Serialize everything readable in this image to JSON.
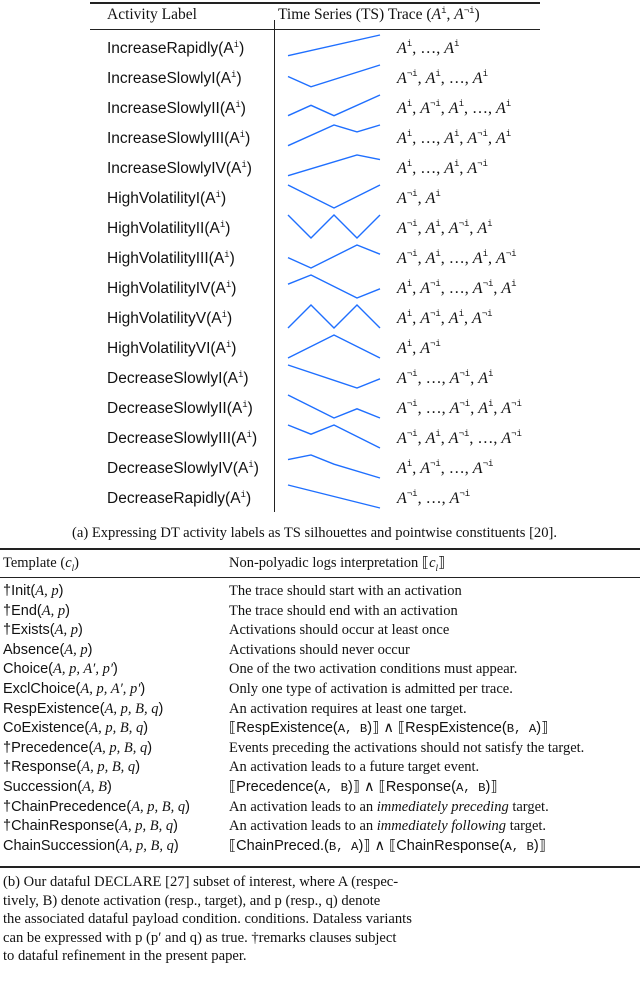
{
  "table_a": {
    "headers": {
      "label": "Activity Label",
      "ts": "Time Series (TS)",
      "trace_prefix": "Trace (",
      "trace_suffix": ")"
    },
    "line_color": "#1f6fff",
    "rows": [
      {
        "label": "IncreaseRapidly",
        "shape": [
          [
            0,
            0.1
          ],
          [
            4,
            1
          ]
        ],
        "trace": [
          "i",
          "…",
          "i"
        ]
      },
      {
        "label": "IncreaseSlowlyI",
        "shape": [
          [
            0,
            0.5
          ],
          [
            1,
            0.05
          ],
          [
            4,
            1
          ]
        ],
        "trace": [
          "¬i",
          "i",
          "…",
          "i"
        ]
      },
      {
        "label": "IncreaseSlowlyII",
        "shape": [
          [
            0,
            0.1
          ],
          [
            1,
            0.55
          ],
          [
            2,
            0.1
          ],
          [
            4,
            1
          ]
        ],
        "trace": [
          "i",
          "¬i",
          "i",
          "…",
          "i"
        ]
      },
      {
        "label": "IncreaseSlowlyIII",
        "shape": [
          [
            0,
            0.1
          ],
          [
            2,
            1
          ],
          [
            3,
            0.7
          ],
          [
            4,
            1
          ]
        ],
        "trace": [
          "i",
          "…",
          "i",
          "¬i",
          "i"
        ]
      },
      {
        "label": "IncreaseSlowlyIV",
        "shape": [
          [
            0,
            0.1
          ],
          [
            3,
            1
          ],
          [
            4,
            0.8
          ]
        ],
        "trace": [
          "i",
          "…",
          "i",
          "¬i"
        ]
      },
      {
        "label": "HighVolatilityI",
        "shape": [
          [
            0,
            1
          ],
          [
            2,
            0
          ],
          [
            4,
            1
          ]
        ],
        "trace": [
          "¬i",
          "i"
        ]
      },
      {
        "label": "HighVolatilityII",
        "shape": [
          [
            0,
            1
          ],
          [
            1,
            0
          ],
          [
            2,
            1
          ],
          [
            3,
            0
          ],
          [
            4,
            1
          ]
        ],
        "trace": [
          "¬i",
          "i",
          "¬i",
          "i"
        ]
      },
      {
        "label": "HighVolatilityIII",
        "shape": [
          [
            0,
            0.45
          ],
          [
            1,
            0
          ],
          [
            3,
            1
          ],
          [
            4,
            0.6
          ]
        ],
        "trace": [
          "¬i",
          "i",
          "…",
          "i",
          "¬i"
        ]
      },
      {
        "label": "HighVolatilityIV",
        "shape": [
          [
            0,
            0.6
          ],
          [
            1,
            1
          ],
          [
            3,
            0
          ],
          [
            4,
            0.4
          ]
        ],
        "trace": [
          "i",
          "¬i",
          "…",
          "¬i",
          "i"
        ]
      },
      {
        "label": "HighVolatilityV",
        "shape": [
          [
            0,
            0
          ],
          [
            1,
            1
          ],
          [
            2,
            0
          ],
          [
            3,
            1
          ],
          [
            4,
            0
          ]
        ],
        "trace": [
          "i",
          "¬i",
          "i",
          "¬i"
        ]
      },
      {
        "label": "HighVolatilityVI",
        "shape": [
          [
            0,
            0
          ],
          [
            2,
            1
          ],
          [
            4,
            0
          ]
        ],
        "trace": [
          "i",
          "¬i"
        ]
      },
      {
        "label": "DecreaseSlowlyI",
        "shape": [
          [
            0,
            1
          ],
          [
            3,
            0
          ],
          [
            4,
            0.4
          ]
        ],
        "trace": [
          "¬i",
          "…",
          "¬i",
          "i"
        ]
      },
      {
        "label": "DecreaseSlowlyII",
        "shape": [
          [
            0,
            1
          ],
          [
            2,
            0
          ],
          [
            3,
            0.4
          ],
          [
            4,
            0
          ]
        ],
        "trace": [
          "¬i",
          "…",
          "¬i",
          "i",
          "¬i"
        ]
      },
      {
        "label": "DecreaseSlowlyIII",
        "shape": [
          [
            0,
            1
          ],
          [
            1,
            0.6
          ],
          [
            2,
            1
          ],
          [
            4,
            0
          ]
        ],
        "trace": [
          "¬i",
          "i",
          "¬i",
          "…",
          "¬i"
        ]
      },
      {
        "label": "DecreaseSlowlyIV",
        "shape": [
          [
            0,
            0.8
          ],
          [
            1,
            1
          ],
          [
            2,
            0.6
          ],
          [
            4,
            0
          ]
        ],
        "trace": [
          "i",
          "¬i",
          "…",
          "¬i"
        ]
      },
      {
        "label": "DecreaseRapidly",
        "shape": [
          [
            0,
            1
          ],
          [
            4,
            0
          ]
        ],
        "trace": [
          "¬i",
          "…",
          "¬i"
        ]
      }
    ],
    "caption": "(a) Expressing DT activity labels as TS silhouettes and pointwise constituents [20]."
  },
  "table_b": {
    "headers": {
      "template": "Template (",
      "template_var": "c",
      "template_sub": "l",
      "interp": "Non-polyadic logs interpretation ⟦",
      "interp_end": "⟧"
    },
    "rows": [
      {
        "dagger": true,
        "name": "Init",
        "args": "A, p",
        "interp": [
          {
            "s": "serif",
            "t": "The trace should start with an activation"
          }
        ]
      },
      {
        "dagger": true,
        "name": "End",
        "args": "A, p",
        "interp": [
          {
            "s": "serif",
            "t": "The trace should end with an activation"
          }
        ]
      },
      {
        "dagger": true,
        "name": "Exists",
        "args": "A, p",
        "interp": [
          {
            "s": "serif",
            "t": "Activations should occur at least once"
          }
        ]
      },
      {
        "dagger": false,
        "name": "Absence",
        "args": "A, p",
        "interp": [
          {
            "s": "serif",
            "t": "Activations should never occur"
          }
        ]
      },
      {
        "dagger": false,
        "name": "Choice",
        "args": "A, p, A′, p′",
        "interp": [
          {
            "s": "serif",
            "t": "One of the two activation conditions must appear."
          }
        ]
      },
      {
        "dagger": false,
        "name": "ExclChoice",
        "args": "A, p, A′, p′",
        "interp": [
          {
            "s": "serif",
            "t": "Only one type of activation is admitted per trace."
          }
        ]
      },
      {
        "dagger": false,
        "name": "RespExistence",
        "args": "A, p, B, q",
        "interp": [
          {
            "s": "serif",
            "t": "An activation requires at least one target."
          }
        ]
      },
      {
        "dagger": false,
        "name": "CoExistence",
        "args": "A, p, B, q",
        "interp": [
          {
            "s": "sans",
            "t": "⟦RespExistence("
          },
          {
            "s": "mono",
            "t": "A, B"
          },
          {
            "s": "sans",
            "t": ")⟧ ∧ ⟦RespExistence("
          },
          {
            "s": "mono",
            "t": "B, A"
          },
          {
            "s": "sans",
            "t": ")⟧"
          }
        ]
      },
      {
        "dagger": true,
        "name": "Precedence",
        "args": "A, p, B, q",
        "interp": [
          {
            "s": "serif",
            "t": "Events preceding the activations should not satisfy the target."
          }
        ]
      },
      {
        "dagger": true,
        "name": "Response",
        "args": "A, p, B, q",
        "interp": [
          {
            "s": "serif",
            "t": "An activation leads to a future target event."
          }
        ]
      },
      {
        "dagger": false,
        "name": "Succession",
        "args": "A, B",
        "interp": [
          {
            "s": "sans",
            "t": "⟦Precedence("
          },
          {
            "s": "mono",
            "t": "A, B"
          },
          {
            "s": "sans",
            "t": ")⟧ ∧ ⟦Response("
          },
          {
            "s": "mono",
            "t": "A, B"
          },
          {
            "s": "sans",
            "t": ")⟧"
          }
        ]
      },
      {
        "dagger": true,
        "name": "ChainPrecedence",
        "args": "A, p, B, q",
        "interp": [
          {
            "s": "serif",
            "t": "An activation leads to an "
          },
          {
            "s": "it",
            "t": "immediately preceding"
          },
          {
            "s": "serif",
            "t": " target."
          }
        ]
      },
      {
        "dagger": true,
        "name": "ChainResponse",
        "args": "A, p, B, q",
        "interp": [
          {
            "s": "serif",
            "t": "An activation leads to an "
          },
          {
            "s": "it",
            "t": "immediately following"
          },
          {
            "s": "serif",
            "t": " target."
          }
        ]
      },
      {
        "dagger": false,
        "name": "ChainSuccession",
        "args": "A, p, B, q",
        "interp": [
          {
            "s": "sans",
            "t": "⟦ChainPreced.("
          },
          {
            "s": "mono",
            "t": "B, A"
          },
          {
            "s": "sans",
            "t": ")⟧ ∧ ⟦ChainResponse("
          },
          {
            "s": "mono",
            "t": "A, B"
          },
          {
            "s": "sans",
            "t": ")⟧"
          }
        ]
      }
    ],
    "caption_lines": [
      "(b) Our dataful DECLARE [27] subset of interest, where A (respec-",
      "tively, B) denote activation (resp., target), and p (resp., q) denote",
      "the associated dataful payload condition. conditions. Dataless variants",
      "can be expressed with p (p′ and q) as true. †remarks clauses subject",
      "to dataful refinement in the present paper."
    ]
  }
}
